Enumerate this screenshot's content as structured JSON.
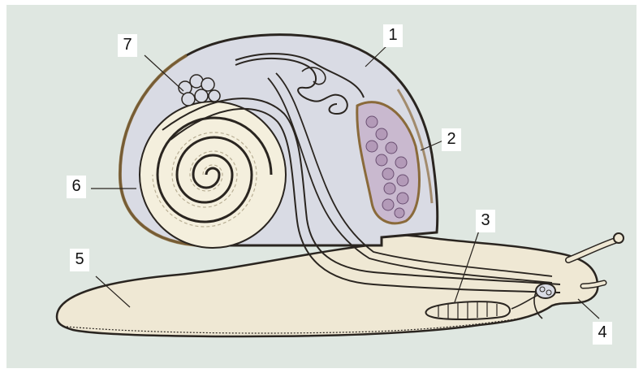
{
  "labels": [
    "1",
    "2",
    "3",
    "4",
    "5",
    "6",
    "7"
  ],
  "colors": {
    "background": "#dfe7e1",
    "shell_inner": "#d9dbe4",
    "body": "#efe8d4",
    "outline": "#2a2520",
    "shell_rim": "#8a6a3a",
    "gland": "#b39ab8",
    "glandular_tissue": "#f4efdd"
  }
}
